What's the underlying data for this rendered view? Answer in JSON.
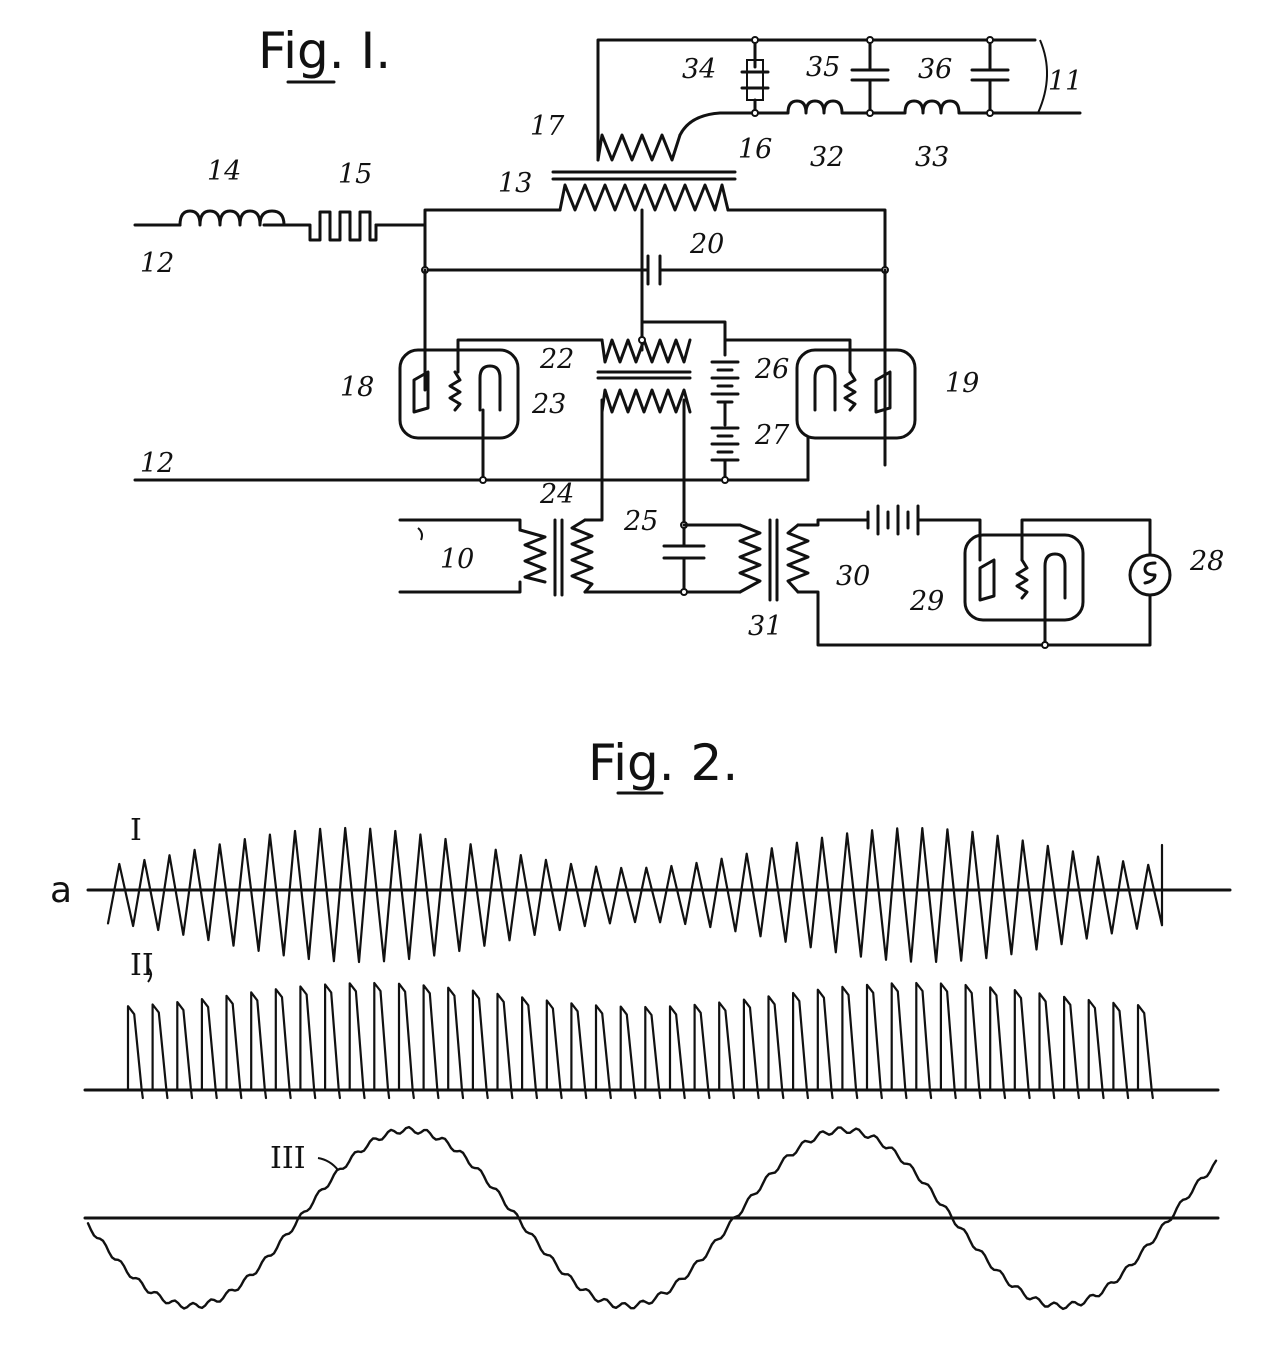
{
  "fig1": {
    "title": "Fig. I.",
    "labels": {
      "l10": "10",
      "l11": "11",
      "l12a": "12",
      "l12b": "12",
      "l13": "13",
      "l14": "14",
      "l15": "15",
      "l16": "16",
      "l17": "17",
      "l18": "18",
      "l19": "19",
      "l20": "20",
      "l22": "22",
      "l23": "23",
      "l24": "24",
      "l25": "25",
      "l26": "26",
      "l27": "27",
      "l28": "28",
      "l29": "29",
      "l30": "30",
      "l31": "31",
      "l32": "32",
      "l33": "33",
      "l34": "34",
      "l35": "35",
      "l36": "36"
    }
  },
  "fig2": {
    "title": "Fig. 2.",
    "baseline_label": "a",
    "traces": [
      {
        "numeral": "I"
      },
      {
        "numeral": "II"
      },
      {
        "numeral": "III"
      }
    ]
  }
}
